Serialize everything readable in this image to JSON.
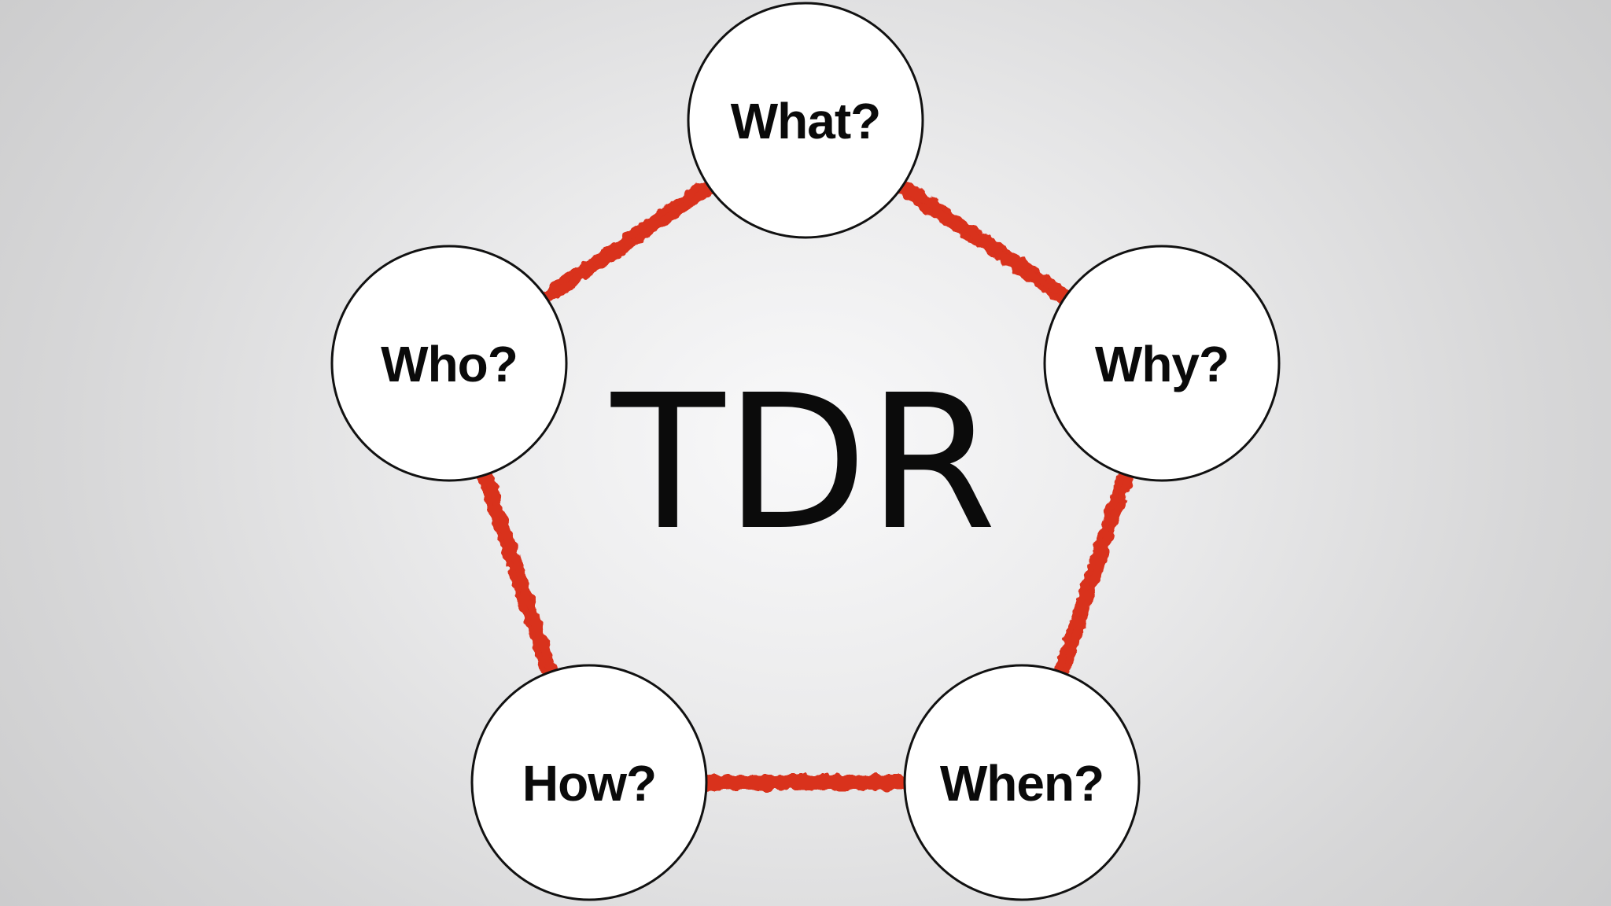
{
  "diagram": {
    "center_label": "TDR",
    "ring_color": "#d9301e",
    "nodes": [
      {
        "id": "what",
        "label": "What?"
      },
      {
        "id": "why",
        "label": "Why?"
      },
      {
        "id": "when",
        "label": "When?"
      },
      {
        "id": "how",
        "label": "How?"
      },
      {
        "id": "who",
        "label": "Who?"
      }
    ]
  }
}
